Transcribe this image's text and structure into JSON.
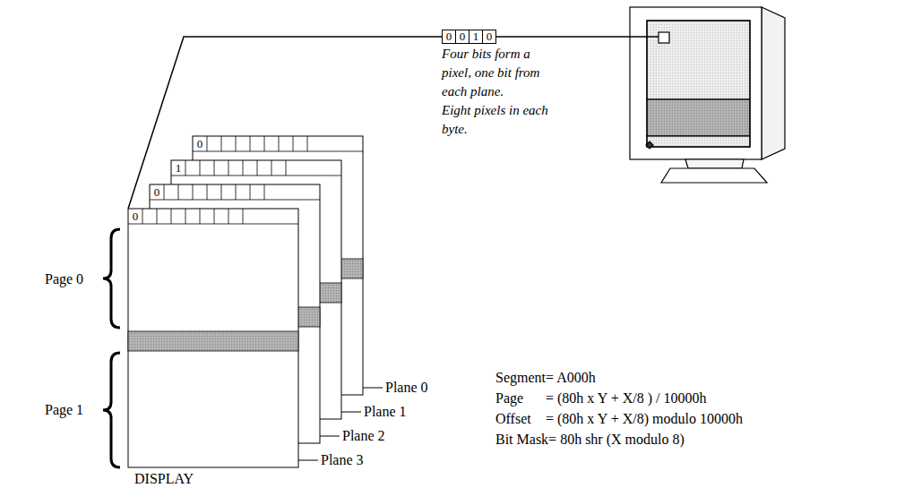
{
  "diagram": {
    "nodes": [
      {
        "text": [
          "0",
          "0",
          "1",
          "0"
        ]
      }
    ],
    "labels": [
      "Four bits form a pixel, one bit from each plane.",
      "Eight pixels in each byte.",
      "0",
      "1",
      "0",
      "0",
      "Page 0",
      "Page 1",
      "Plane 0",
      "Plane 1",
      "Plane 2",
      "Plane 3",
      "DISPLAY",
      "Segment= A000h",
      "Page",
      "= (80h x Y + X/8 ) / 10000h",
      "Offset",
      "= (80h x Y + X/8) modulo 10000h",
      "Bit Mask= 80h shr (X modulo 8)"
    ]
  }
}
